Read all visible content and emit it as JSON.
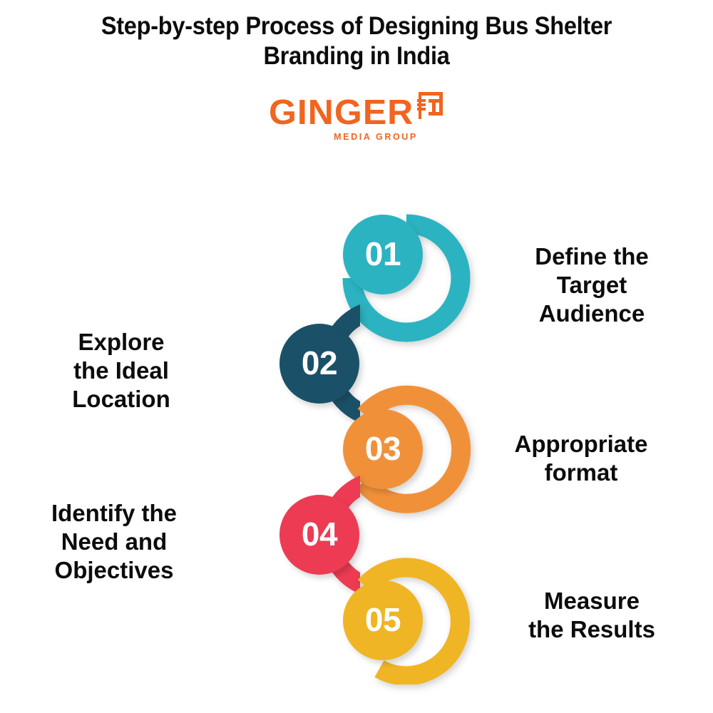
{
  "title": {
    "line1": "Step-by-step Process of Designing Bus Shelter",
    "line2": "Branding in India"
  },
  "logo": {
    "wordmark": "GINGER",
    "tagline": "MEDIA GROUP",
    "mark_icon": "signal-bracket-icon",
    "color": "#F0651F"
  },
  "colors": {
    "step1": "#2CB3C1",
    "step2": "#1B5168",
    "step3": "#F0913A",
    "step4": "#EC3B53",
    "step5": "#EFB524",
    "background": "#FFFFFF",
    "text": "#0C0C0C",
    "number": "#FDFDFD"
  },
  "steps": [
    {
      "number": "01",
      "label": "Define the Target Audience",
      "label_lines": [
        "Define the",
        "Target",
        "Audience"
      ],
      "color": "#2CB3C1",
      "side": "right"
    },
    {
      "number": "02",
      "label": "Explore the Ideal Location",
      "label_lines": [
        "Explore",
        "the Ideal",
        "Location"
      ],
      "color": "#1B5168",
      "side": "left"
    },
    {
      "number": "03",
      "label": "Appropriate format",
      "label_lines": [
        "Appropriate",
        "format"
      ],
      "color": "#F0913A",
      "side": "right"
    },
    {
      "number": "04",
      "label": "Identify the Need and Objectives",
      "label_lines": [
        "Identify the",
        "Need and",
        "Objectives"
      ],
      "color": "#EC3B53",
      "side": "left"
    },
    {
      "number": "05",
      "label": "Measure the Results",
      "label_lines": [
        "Measure",
        "the Results"
      ],
      "color": "#EFB524",
      "side": "right"
    }
  ]
}
